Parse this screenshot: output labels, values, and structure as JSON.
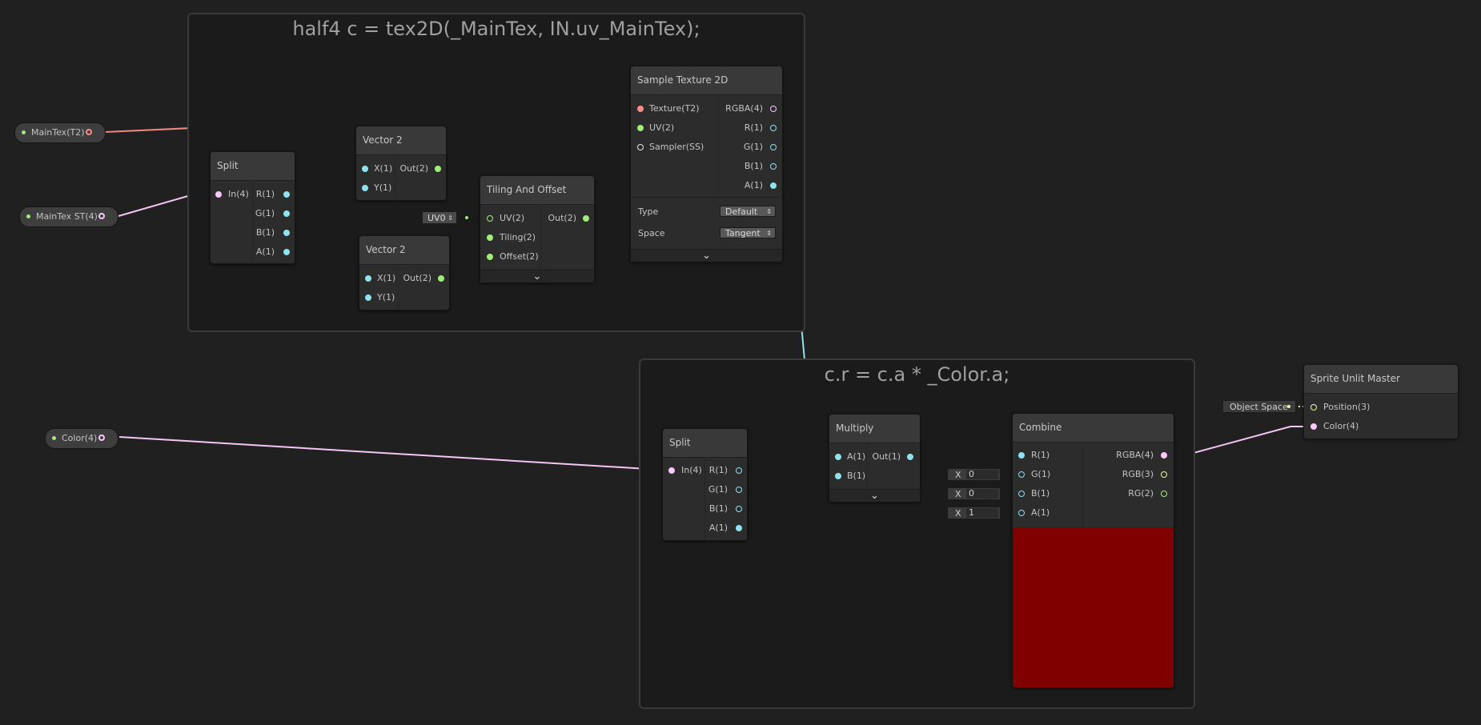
{
  "groups": {
    "top_title": "half4 c = tex2D(_MainTex, IN.uv_MainTex);",
    "bottom_title": "c.r = c.a * _Color.a;"
  },
  "properties": {
    "maintex": "MainTex(T2)",
    "maintex_st": "MainTex ST(4)",
    "color": "Color(4)"
  },
  "split1": {
    "title": "Split",
    "in": "In(4)",
    "r": "R(1)",
    "g": "G(1)",
    "b": "B(1)",
    "a": "A(1)"
  },
  "vector2_a": {
    "title": "Vector 2",
    "x": "X(1)",
    "y": "Y(1)",
    "out": "Out(2)"
  },
  "vector2_b": {
    "title": "Vector 2",
    "x": "X(1)",
    "y": "Y(1)",
    "out": "Out(2)"
  },
  "tiling": {
    "title": "Tiling And Offset",
    "uv": "UV(2)",
    "tiling_port": "Tiling(2)",
    "offset": "Offset(2)",
    "out": "Out(2)",
    "uv_dropdown": "UV0"
  },
  "sample": {
    "title": "Sample Texture 2D",
    "texture": "Texture(T2)",
    "uv": "UV(2)",
    "sampler": "Sampler(SS)",
    "rgba": "RGBA(4)",
    "r": "R(1)",
    "g": "G(1)",
    "b": "B(1)",
    "a": "A(1)",
    "type_label": "Type",
    "type_value": "Default",
    "space_label": "Space",
    "space_value": "Tangent"
  },
  "split2": {
    "title": "Split",
    "in": "In(4)",
    "r": "R(1)",
    "g": "G(1)",
    "b": "B(1)",
    "a": "A(1)"
  },
  "multiply": {
    "title": "Multiply",
    "a": "A(1)",
    "b": "B(1)",
    "out": "Out(1)"
  },
  "combine": {
    "title": "Combine",
    "r": "R(1)",
    "g": "G(1)",
    "b": "B(1)",
    "a": "A(1)",
    "rgba": "RGBA(4)",
    "rgb": "RGB(3)",
    "rg": "RG(2)",
    "g_label": "X",
    "g_value": "0",
    "b_label": "X",
    "b_value": "0",
    "a_label": "X",
    "a_value": "1",
    "preview_color": "#800000"
  },
  "master": {
    "title": "Sprite Unlit Master",
    "position": "Position(3)",
    "color": "Color(4)",
    "space_field": "Object Space"
  },
  "colors": {
    "background": "#202020",
    "vec1_port": "#8ee3ef",
    "vec2_port": "#9cf07a",
    "vec3_port": "#f5f5a0",
    "vec4_port": "#fbc8fb",
    "texture_port": "#ff8b8b",
    "wire_texture": "#ff8b8b"
  }
}
